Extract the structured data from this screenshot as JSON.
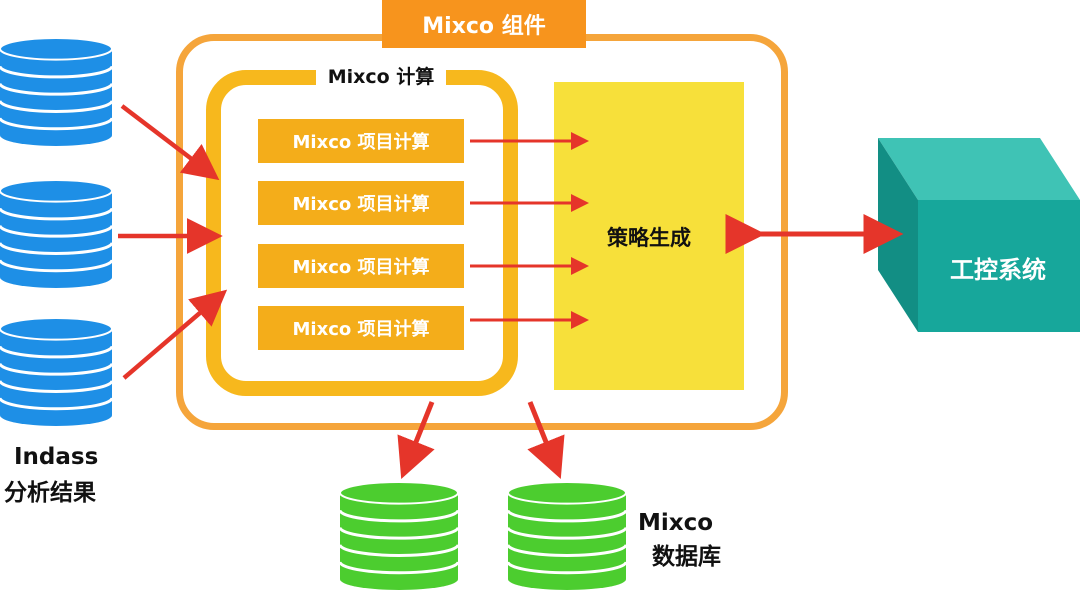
{
  "component": {
    "title": "Mixco 组件"
  },
  "compute": {
    "title": "Mixco 计算",
    "items": [
      "Mixco 项目计算",
      "Mixco 项目计算",
      "Mixco 项目计算",
      "Mixco 项目计算"
    ]
  },
  "strategy": {
    "label": "策略生成"
  },
  "inputs": {
    "line1": "Indass",
    "line2": "分析结果"
  },
  "database": {
    "line1": "Mixco",
    "line2": "数据库"
  },
  "control_system": {
    "label": "工控系统"
  },
  "colors": {
    "input_db": "#1e8fe6",
    "output_db": "#4ccd2f",
    "arrow": "#e5352a",
    "component_border": "#f5a53b",
    "compute_border": "#f7b81d",
    "strategy_fill": "#f7e03a",
    "control_system": "#17a79b"
  }
}
